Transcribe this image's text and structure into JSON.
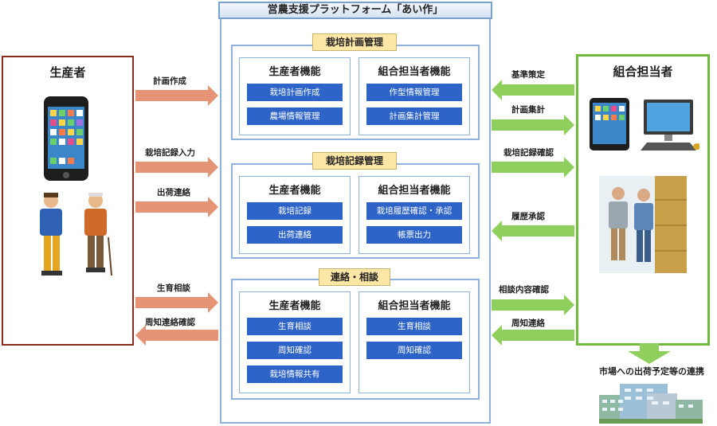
{
  "platform": {
    "title": "営農支援プラットフォーム「あい作」"
  },
  "actors": {
    "producer": "生産者",
    "coop": "組合担当者"
  },
  "sections": [
    {
      "title": "栽培計画管理",
      "producer": {
        "title": "生産者機能",
        "items": [
          "栽培計画作成",
          "農場情報管理"
        ]
      },
      "coop": {
        "title": "組合担当者機能",
        "items": [
          "作型情報管理",
          "計画集計管理"
        ]
      }
    },
    {
      "title": "栽培記録管理",
      "producer": {
        "title": "生産者機能",
        "items": [
          "栽培記録",
          "出荷連絡"
        ]
      },
      "coop": {
        "title": "組合担当者機能",
        "items": [
          "栽培履歴確認・承認",
          "帳票出力"
        ]
      }
    },
    {
      "title": "連絡・相談",
      "producer": {
        "title": "生産者機能",
        "items": [
          "生育相談",
          "周知確認",
          "栽培情報共有"
        ]
      },
      "coop": {
        "title": "組合担当者機能",
        "items": [
          "生育相談",
          "周知確認"
        ]
      }
    }
  ],
  "left_arrows": [
    "計画作成",
    "栽培記録入力",
    "出荷連絡",
    "生育相談",
    "周知連絡確認"
  ],
  "right_arrows": [
    "基準策定",
    "計画集計",
    "栽培記録確認",
    "履歴承認",
    "相談内容確認",
    "周知連絡"
  ],
  "market": "市場への出荷予定等の連携",
  "colors": {
    "producer_border": "#8b2b1c",
    "coop_border": "#6fbb3d",
    "button": "#2e64c8",
    "section_title_bg": "#fde7a6",
    "arrow_to_platform": "#e59476",
    "arrow_coop": "#8fd05d"
  }
}
